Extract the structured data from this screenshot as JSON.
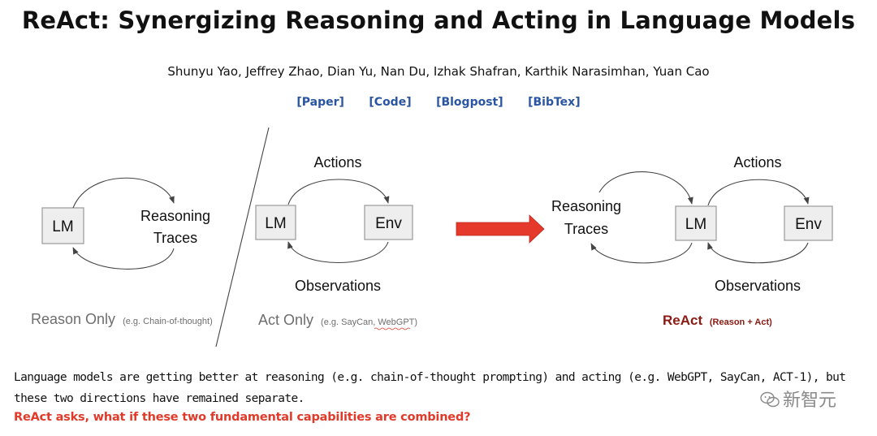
{
  "title": "ReAct: Synergizing Reasoning and Acting in Language Models",
  "authors": "Shunyu Yao, Jeffrey Zhao, Dian Yu, Nan Du, Izhak Shafran, Karthik Narasimhan, Yuan Cao",
  "links": [
    "[Paper]",
    "[Code]",
    "[Blogpost]",
    "[BibTex]"
  ],
  "diagram": {
    "lm": "LM",
    "env": "Env",
    "actions": "Actions",
    "observations": "Observations",
    "reasoning": "Reasoning",
    "traces": "Traces",
    "reason_only": "Reason Only",
    "reason_only_note": "(e.g. Chain-of-thought)",
    "act_only": "Act Only",
    "act_only_note": "(e.g. SayCan, WebGPT)",
    "react": "ReAct",
    "react_note": "(Reason + Act)",
    "arrow_color": "#e5392b",
    "react_color": "#8b1a12"
  },
  "body": {
    "line1": "Language models are getting better at reasoning (e.g. chain-of-thought prompting) and acting (e.g. WebGPT, SayCan, ACT-1), but",
    "line2": "these two directions have remained separate.",
    "highlight": "ReAct asks, what if these two fundamental capabilities are combined?",
    "highlight_color": "#e03a2a"
  },
  "watermark": "新智元"
}
